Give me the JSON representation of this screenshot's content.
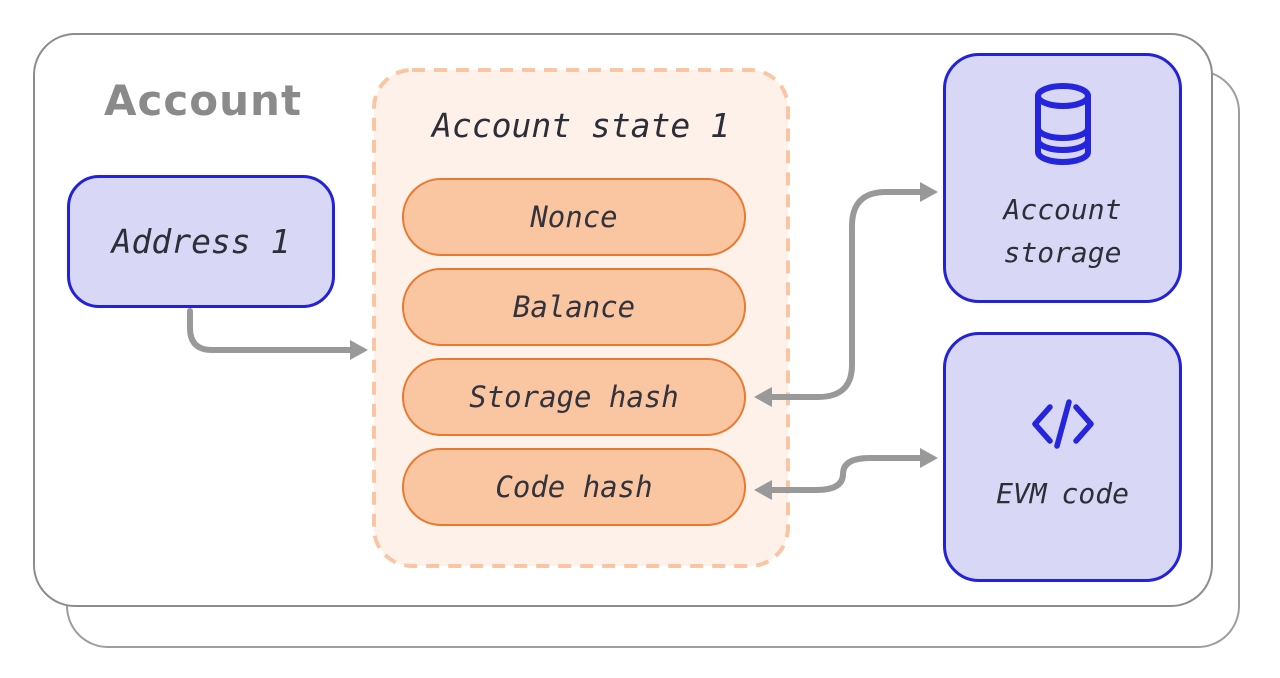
{
  "diagram": {
    "title": "Account",
    "address_box": {
      "label": "Address 1"
    },
    "state_box": {
      "title": "Account state 1",
      "fields": [
        "Nonce",
        "Balance",
        "Storage hash",
        "Code hash"
      ]
    },
    "storage_box": {
      "label": "Account storage",
      "icon": "database-icon"
    },
    "code_box": {
      "label": "EVM code",
      "icon": "code-icon"
    },
    "connections": [
      "Address 1 -> Account state 1",
      "Storage hash <-> Account storage",
      "Code hash <-> EVM code"
    ]
  },
  "colors": {
    "card_border_front": "#8c8c8c",
    "card_border_back": "#9e9e9e",
    "title_gray": "#8a8a8a",
    "lavender_fill": "#d8d8f6",
    "blue_border": "#2222d8",
    "icon_blue": "#2525dd",
    "state_fill": "#fdf1ea",
    "state_dash": "#f9c5a3",
    "pill_fill": "#f9c6a1",
    "pill_border": "#e8792e",
    "arrow_gray": "#999999",
    "text_dark": "#2e2e38"
  }
}
